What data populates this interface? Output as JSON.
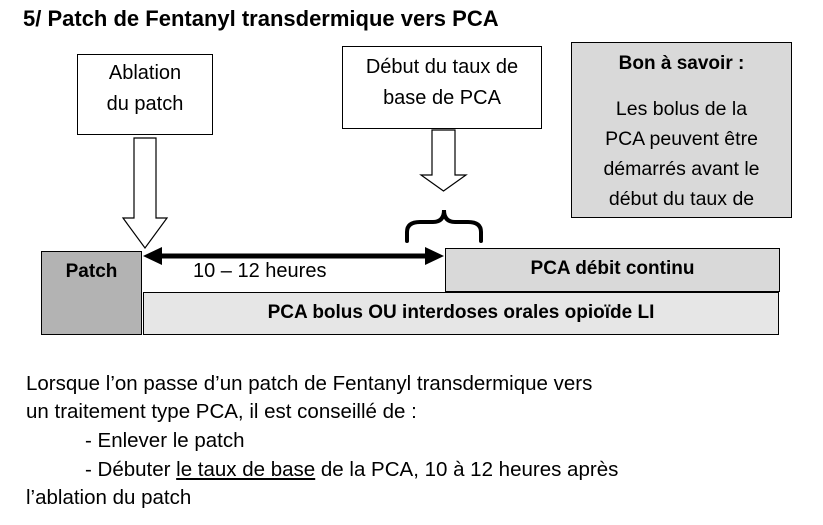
{
  "title": "5/ Patch de Fentanyl transdermique vers PCA",
  "callouts": {
    "ablation": {
      "line1": "Ablation",
      "line2": "du patch"
    },
    "debut": {
      "line1": "Début du taux de",
      "line2": "base de PCA"
    }
  },
  "info_box": {
    "title": "Bon à savoir :",
    "lines": [
      "Les bolus de la",
      "PCA peuvent être",
      "démarrés avant le",
      "début du taux de"
    ]
  },
  "timeline": {
    "patch_label": "Patch",
    "duration_label": "10 – 12 heures",
    "continuous_label": "PCA débit continu",
    "bolus_label": "PCA bolus OU interdoses orales opioïde LI"
  },
  "paragraph": {
    "line1": "Lorsque l’on passe d’un patch de Fentanyl transdermique vers",
    "line2": "un traitement type PCA, il est conseillé de :",
    "bullet1": "- Enlever le patch",
    "bullet2_prefix": "- Débuter ",
    "bullet2_underlined": "le taux de base",
    "bullet2_suffix": " de la PCA, 10 à 12 heures après",
    "line5": "l’ablation du patch"
  },
  "colors": {
    "patch_fill": "#b3b3b3",
    "continuous_fill": "#d9d9d9",
    "bolus_fill": "#e6e6e6",
    "info_fill": "#d9d9d9"
  }
}
